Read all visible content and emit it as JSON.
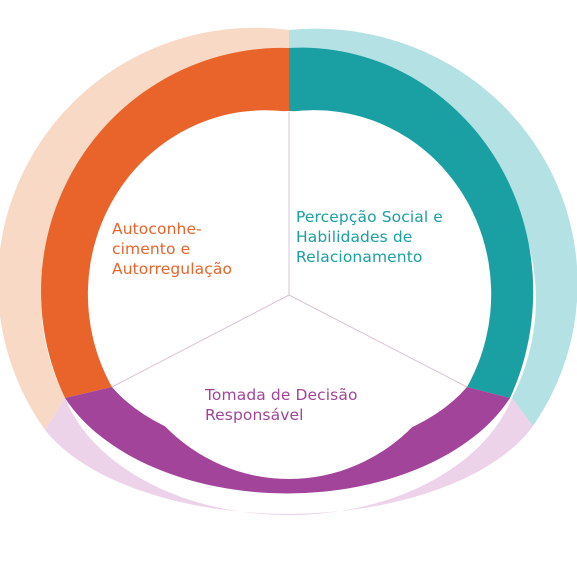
{
  "segments": [
    {
      "id": "autoconhecimento",
      "label": "Autoconhe-\ncimento e\nAutorregulação",
      "color": "#e8642a",
      "light_color": "#f7d9c6"
    },
    {
      "id": "percepcao",
      "label": "Percepção Social e\nHabilidades de\nRelacionamento",
      "color": "#1a9fa3",
      "light_color": "#b4e1e3"
    },
    {
      "id": "decisao",
      "label": "Tomada de Decisão\nResponsável",
      "color": "#a1449a",
      "light_color": "#edd3ea"
    }
  ]
}
